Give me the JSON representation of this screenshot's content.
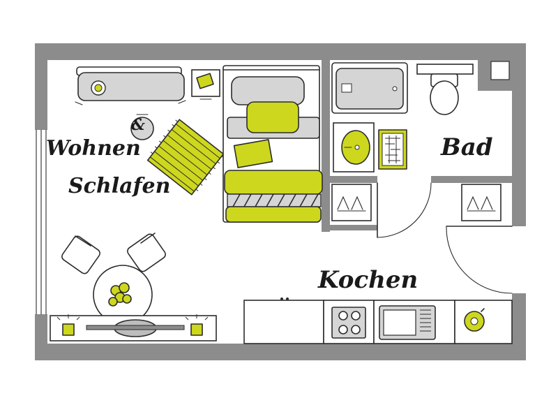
{
  "rooms": {
    "living_line1": "Wohnen",
    "living_amp": "&",
    "living_line2": "Schlafen",
    "bathroom": "Bad",
    "kitchen": "Kochen"
  },
  "colors": {
    "wall": "#8c8c8c",
    "accent": "#cdd71e",
    "furniture_grey": "#d5d5d5",
    "line": "#2b2b2b"
  },
  "icons": [
    "sofa-icon",
    "floor-lamp-icon",
    "side-table-icon",
    "rug-icon",
    "bed-icon",
    "chair-icon",
    "dining-table-icon",
    "plant-icon",
    "sideboard-icon",
    "bathtub-icon",
    "toilet-icon",
    "sink-icon",
    "bath-mat-icon",
    "washing-machine-icon",
    "door-swing-icon",
    "counter-icon",
    "cooktop-icon",
    "kitchen-sink-icon",
    "kettle-icon",
    "shaft-icon"
  ]
}
